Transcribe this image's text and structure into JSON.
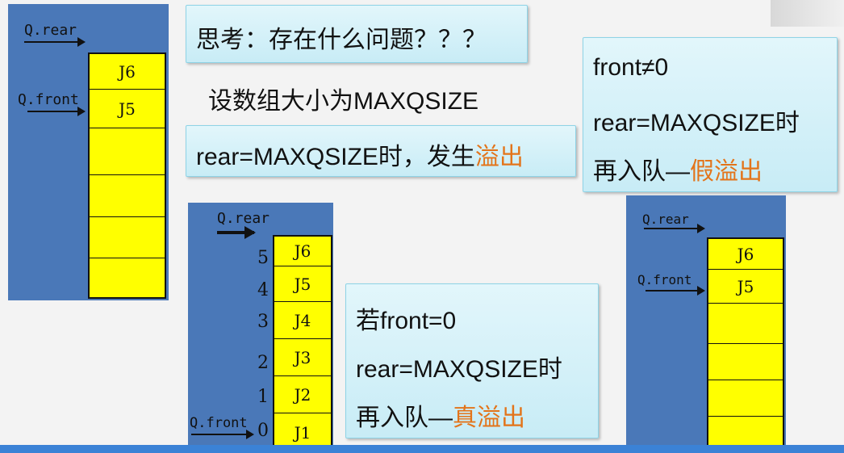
{
  "left_diagram": {
    "rear_label": "Q.rear",
    "front_label": "Q.front",
    "cells": [
      "J6",
      "J5",
      "",
      "",
      "",
      ""
    ]
  },
  "middle_diagram": {
    "rear_label": "Q.rear",
    "front_label": "Q.front",
    "cells": [
      {
        "index": "5",
        "label": "J6"
      },
      {
        "index": "4",
        "label": "J5"
      },
      {
        "index": "3",
        "label": "J4"
      },
      {
        "index": "2",
        "label": "J3"
      },
      {
        "index": "1",
        "label": "J2"
      },
      {
        "index": "0",
        "label": "J1"
      }
    ]
  },
  "right_diagram": {
    "rear_label": "Q.rear",
    "front_label": "Q.front",
    "cells": [
      "J6",
      "J5",
      "",
      "",
      "",
      ""
    ]
  },
  "think_box": {
    "text": "思考：存在什么问题？？？"
  },
  "assume_text": "设数组大小为MAXQSIZE",
  "overflow_box": {
    "prefix": "rear=MAXQSIZE时，发生",
    "highlight": "溢出"
  },
  "true_overflow_box": {
    "line1": "若front=0",
    "line2": "rear=MAXQSIZE时",
    "line3_prefix": "再入队—",
    "line3_highlight": "真溢出"
  },
  "false_overflow_box": {
    "line1": "front≠0",
    "line2": "rear=MAXQSIZE时",
    "line3_prefix": "再入队—",
    "line3_highlight": "假溢出"
  },
  "colors": {
    "panel": "#4a78b8",
    "cell": "#ffff00",
    "highlight": "#e3741a",
    "box": "#c8ecf6"
  }
}
